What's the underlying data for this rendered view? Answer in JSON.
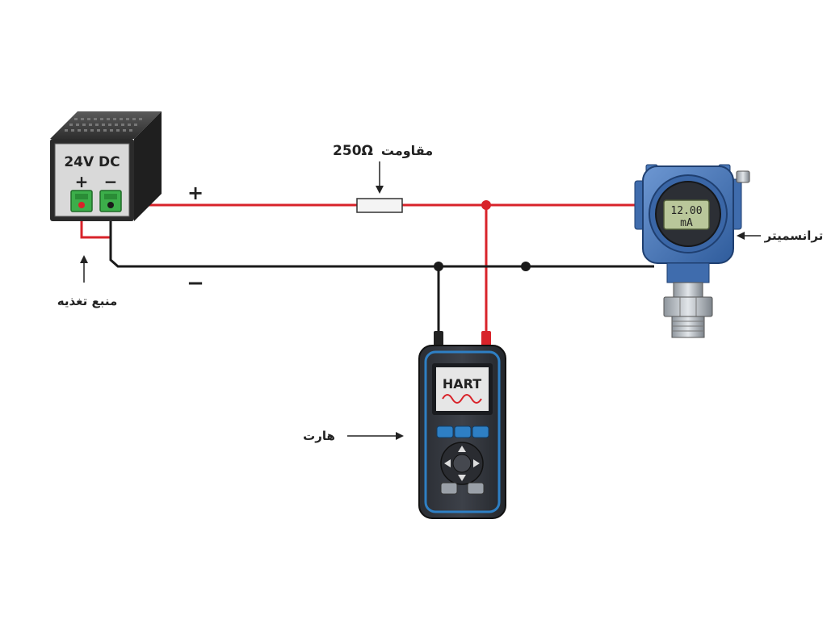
{
  "power_supply": {
    "rating": "24V DC",
    "plus": "+",
    "minus": "−",
    "caption": "منبع تغذیه"
  },
  "wire_labels": {
    "positive": "+",
    "negative": "−"
  },
  "resistor": {
    "value": "250Ω",
    "name": "مقاومت"
  },
  "transmitter": {
    "reading": "12.00",
    "unit": "mA",
    "caption": "ترانسمیتر"
  },
  "hart_communicator": {
    "screen_title": "HART",
    "caption": "هارت"
  },
  "colors": {
    "positive_wire": "#d8232a",
    "negative_wire": "#1a1a1a",
    "transmitter_body": "#4a78b8",
    "terminal_green": "#3cae4a"
  }
}
